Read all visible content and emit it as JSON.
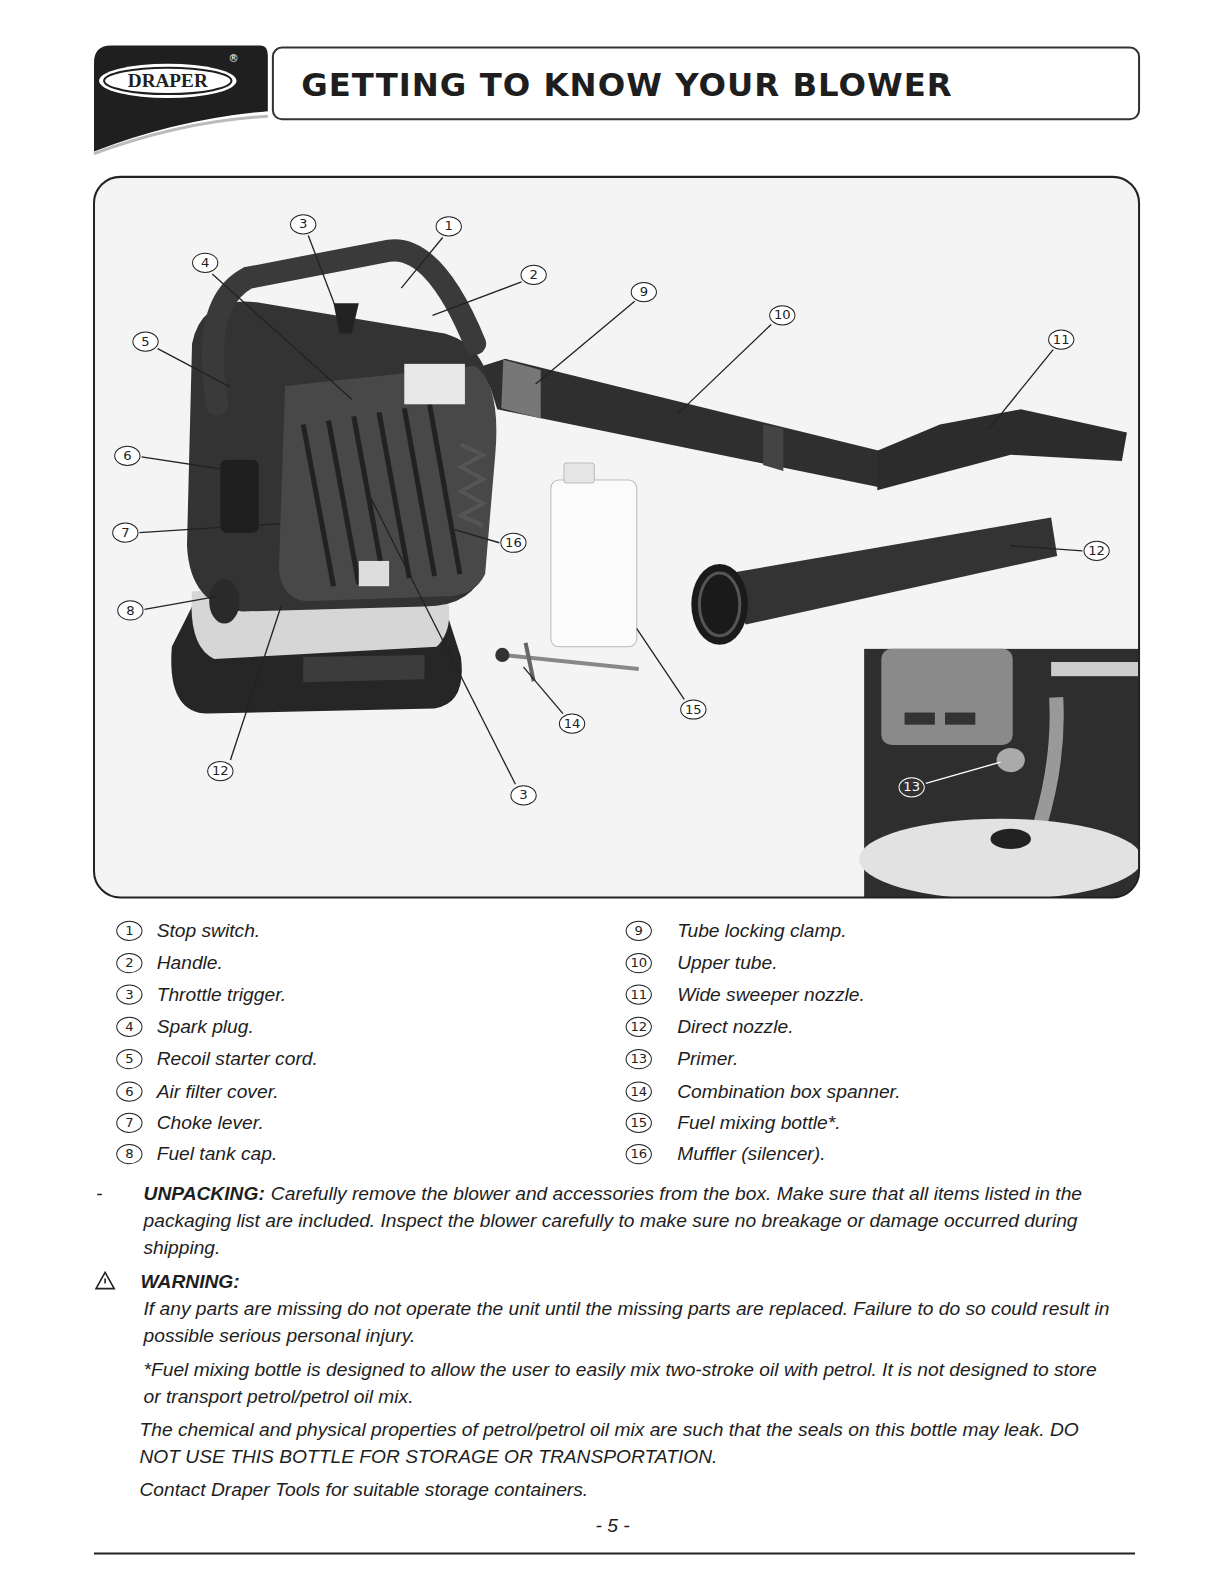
{
  "diagram": {
    "title": "GETTING TO KNOW YOUR BLOWER",
    "labels": [
      "DRAPER",
      "®",
      "3",
      "1",
      "4",
      "2",
      "9",
      "5",
      "10",
      "11",
      "6",
      "7",
      "16",
      "12",
      "8",
      "14",
      "15",
      "12",
      "3",
      "13",
      "1",
      "Stop switch.",
      "2",
      "Handle.",
      "3",
      "Throttle trigger.",
      "4",
      "Spark plug.",
      "5",
      "Recoil starter cord.",
      "6",
      "Air filter cover.",
      "7",
      "Choke lever.",
      "8",
      "Fuel tank cap.",
      "9",
      "Tube locking clamp.",
      "10",
      "Upper tube.",
      "11",
      "Wide sweeper nozzle.",
      "12",
      "Direct nozzle.",
      "13",
      "Primer.",
      "14",
      "Combination box spanner.",
      "15",
      "Fuel mixing bottle*.",
      "16",
      "Muffler (silencer).",
      "-",
      "UNPACKING:",
      "Carefully remove the blower and accessories from the box. Make sure that all items listed in the packaging list are included. Inspect the blower carefully to make sure no breakage or damage occurred during shipping.",
      "WARNING:",
      "If any parts are missing do not operate the unit until the missing parts are replaced. Failure to do so could result in possible serious personal injury.",
      "*Fuel mixing bottle is designed to allow the user to easily mix two-stroke oil with petrol. It is not designed to store or transport petrol/petrol oil mix.",
      "The chemical and physical properties of petrol/petrol oil mix are such that the seals on this bottle may leak. DO NOT USE THIS BOTTLE FOR STORAGE OR TRANSPORTATION.",
      "Contact Draper Tools for suitable storage containers.",
      "- 5 -"
    ]
  }
}
